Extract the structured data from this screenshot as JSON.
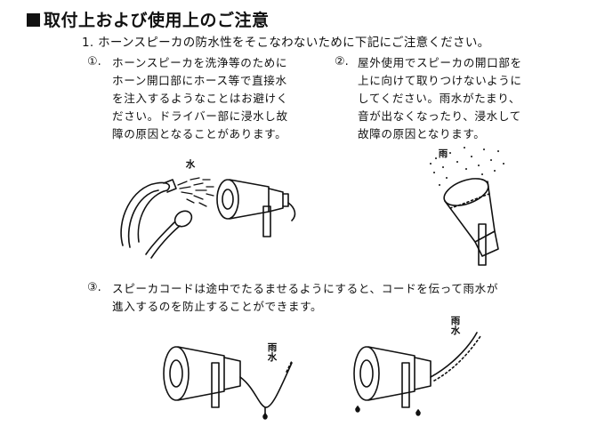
{
  "heading": "取付上および使用上のご注意",
  "intro": "1. ホーンスピーカの防水性をそこなわないために下記にご注意ください。",
  "items": [
    {
      "number": "①.",
      "lines": [
        "ホーンスピーカを洗浄等のために",
        "ホーン開口部にホース等で直接水",
        "を注入するようなことはお避けく",
        "ださい。ドライバー部に浸水し故",
        "障の原因となることがあります。"
      ]
    },
    {
      "number": "②.",
      "lines": [
        "屋外使用でスピーカの開口部を",
        "上に向けて取りつけないように",
        "してください。雨水がたまり、",
        "音が出なくなったり、浸水して",
        "故障の原因となります。"
      ]
    },
    {
      "number": "③.",
      "lines": [
        "スピーカコードは途中でたるませるようにすると、コードを伝って雨水が",
        "進入するのを防止することができます。"
      ]
    }
  ],
  "figure_labels": {
    "water": "水",
    "rain": "雨",
    "rainwater_1": "雨水",
    "rainwater_2": "雨水"
  },
  "colors": {
    "ink": "#111111",
    "background": "#ffffff"
  }
}
